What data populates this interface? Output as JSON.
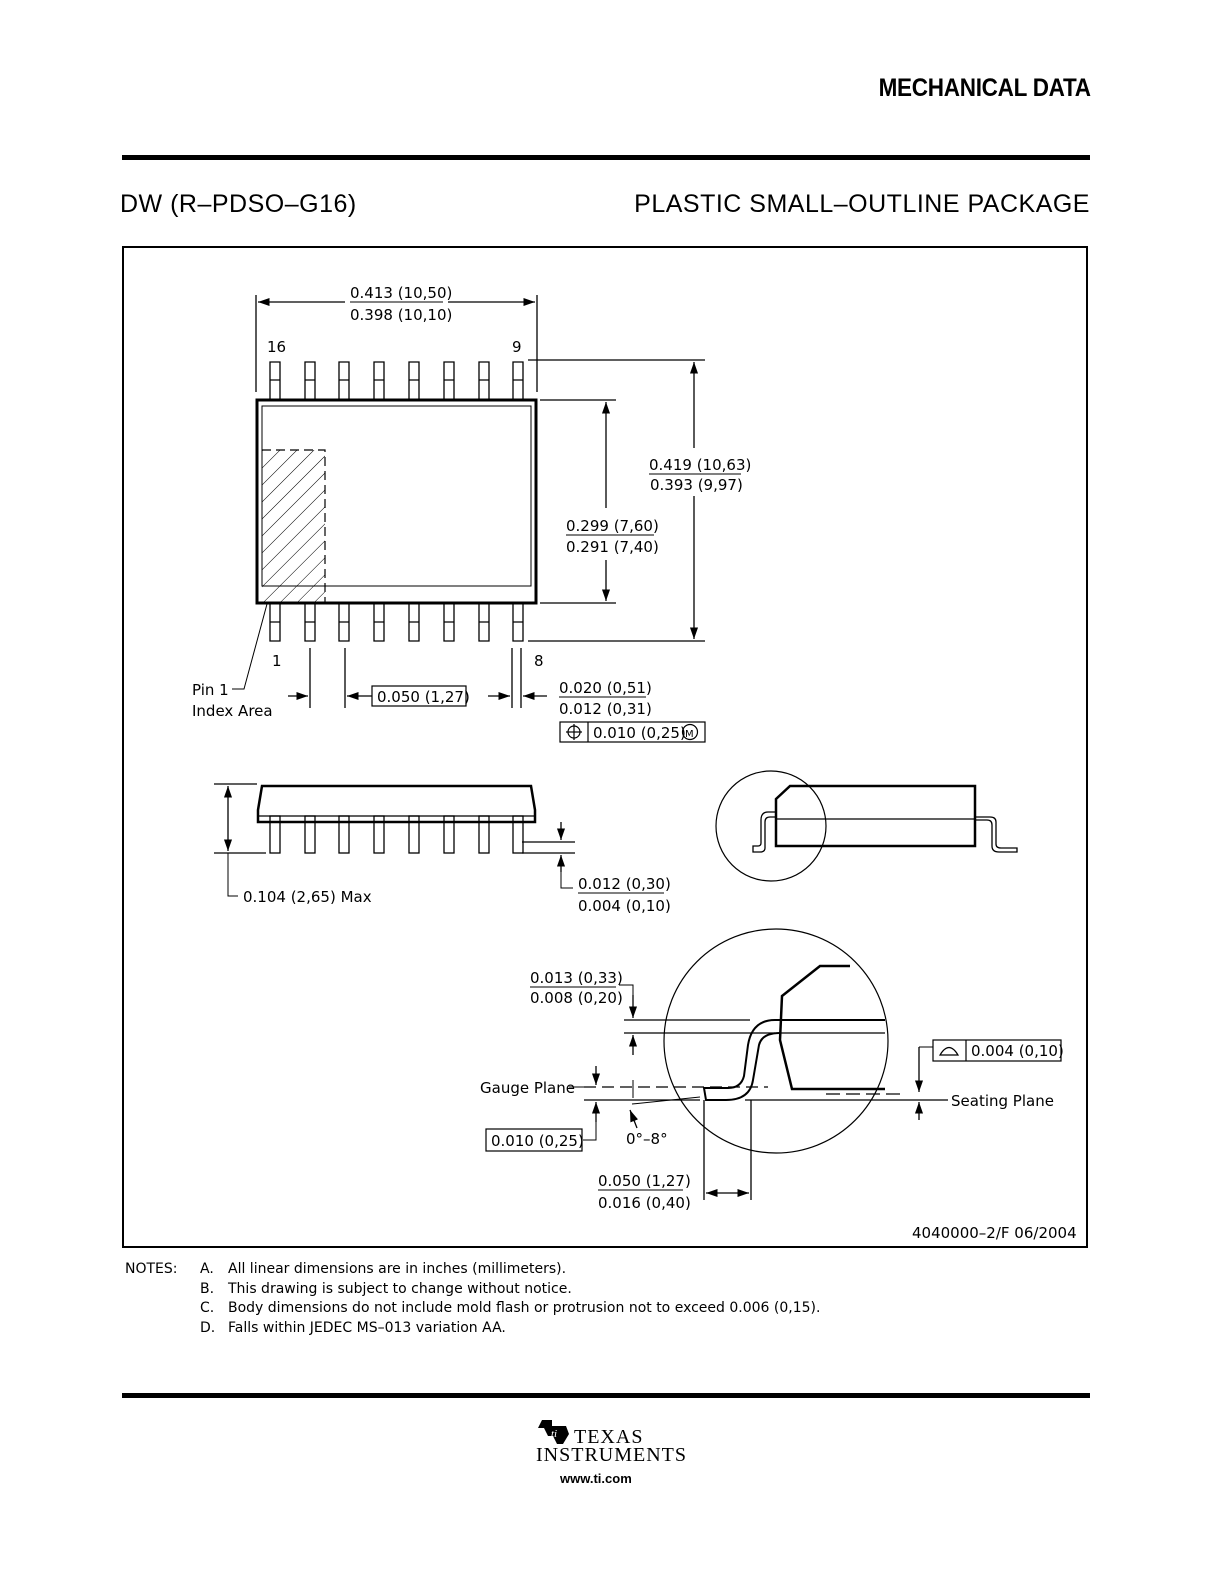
{
  "header": {
    "section_title": "MECHANICAL DATA",
    "package_code": "DW (R–PDSO–G16)",
    "package_name": "PLASTIC SMALL–OUTLINE PACKAGE"
  },
  "top_view": {
    "pin_top_left": "16",
    "pin_top_right": "9",
    "pin_bottom_left": "1",
    "pin_bottom_right": "8",
    "pin1_label_line1": "Pin 1",
    "pin1_label_line2": "Index Area",
    "overall_length_max": "0.413 (10,50)",
    "overall_length_min": "0.398 (10,10)",
    "overall_width_max": "0.419 (10,63)",
    "overall_width_min": "0.393 (9,97)",
    "body_width_max": "0.299 (7,60)",
    "body_width_min": "0.291 (7,40)",
    "pitch": "0.050 (1,27)",
    "lead_width_max": "0.020 (0,51)",
    "lead_width_min": "0.012 (0,31)",
    "position_tolerance": "0.010 (0,25)",
    "position_modifier": "M"
  },
  "side_view": {
    "height_max": "0.104 (2,65) Max",
    "standoff_max": "0.012 (0,30)",
    "standoff_min": "0.004 (0,10)"
  },
  "detail_view": {
    "lead_thickness_max": "0.013 (0,33)",
    "lead_thickness_min": "0.008 (0,20)",
    "gauge_plane_label": "Gauge Plane",
    "gauge_plane_value": "0.010 (0,25)",
    "angle": "0°–8°",
    "foot_length_max": "0.050 (1,27)",
    "foot_length_min": "0.016 (0,40)",
    "coplanarity": "0.004 (0,10)",
    "seating_plane_label": "Seating Plane"
  },
  "drawing_number": "4040000–2/F 06/2004",
  "notes": {
    "label": "NOTES:",
    "items": [
      {
        "letter": "A.",
        "text": "All linear dimensions are in inches (millimeters)."
      },
      {
        "letter": "B.",
        "text": "This drawing is subject to change without notice."
      },
      {
        "letter": "C.",
        "text": "Body dimensions do not include mold flash or protrusion not to exceed 0.006 (0,15)."
      },
      {
        "letter": "D.",
        "text": "Falls within JEDEC MS–013 variation AA."
      }
    ]
  },
  "footer": {
    "logo_line1": "TEXAS",
    "logo_line2": "INSTRUMENTS",
    "url": "www.ti.com"
  }
}
